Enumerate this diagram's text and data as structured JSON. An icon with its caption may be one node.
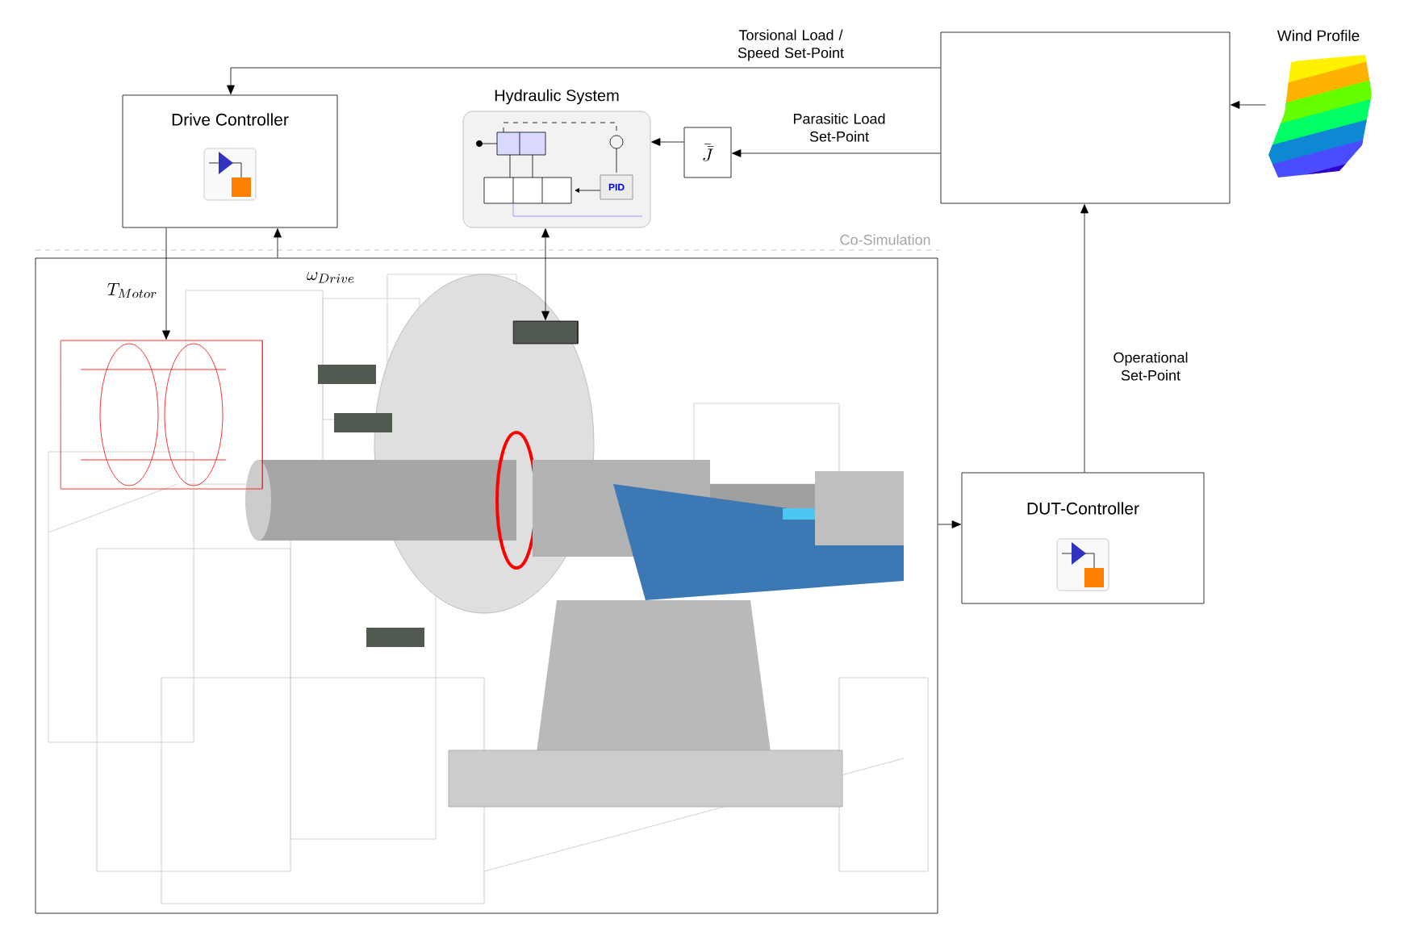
{
  "diagram": {
    "nodes": [
      {
        "text": [
          "Drive Controller"
        ]
      },
      {
        "text": [
          "Hydraulic System",
          "PID"
        ]
      },
      {
        "text": [
          "\\bar{\\bar{J}}"
        ]
      },
      {
        "text": [],
        "shape": "box"
      },
      {
        "text": [
          "Wind Profile"
        ]
      },
      {
        "text": [],
        "shape": "picture"
      },
      {
        "text": [],
        "shape": "cylinder",
        "in": 5
      },
      {
        "text": [],
        "shape": "cylinder",
        "in": 5
      },
      {
        "text": [
          "DUT-Controller"
        ]
      }
    ],
    "edges": [
      {
        "from": 3,
        "to": 0,
        "arrow": "to",
        "label": "Torsional Load / Speed Set-Point"
      },
      {
        "from": 3,
        "to": 2,
        "arrow": "to",
        "label": "Parasitic Load Set-Point"
      },
      {
        "from": 2,
        "to": 1,
        "arrow": "to"
      },
      {
        "from": 4,
        "to": 3,
        "arrow": "to"
      },
      {
        "from": 8,
        "to": 3,
        "arrow": "to",
        "label": "Operational Set-Point"
      },
      {
        "from": 5,
        "to": 8,
        "arrow": "to"
      },
      {
        "from": 0,
        "to": 6,
        "arrow": "to",
        "label": "T_{Motor}"
      },
      {
        "from": 5,
        "to": 0,
        "arrow": "to",
        "label": "\\omega_{Drive}"
      },
      {
        "from": 1,
        "to": 7,
        "arrow": "both"
      }
    ],
    "labels": [
      "Co-Simulation"
    ]
  }
}
